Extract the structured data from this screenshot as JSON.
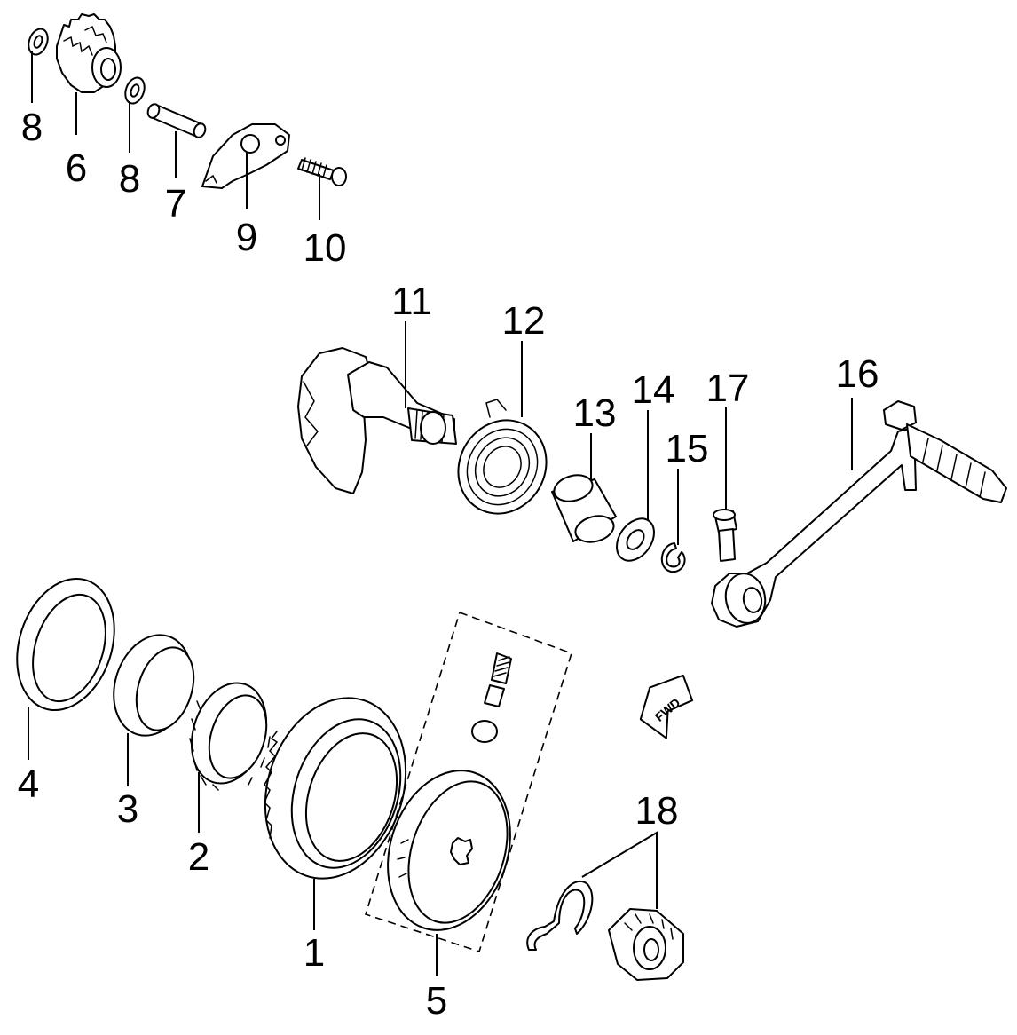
{
  "callouts": [
    {
      "id": "c8a",
      "text": "8"
    },
    {
      "id": "c6",
      "text": "6"
    },
    {
      "id": "c8b",
      "text": "8"
    },
    {
      "id": "c7",
      "text": "7"
    },
    {
      "id": "c9",
      "text": "9"
    },
    {
      "id": "c10",
      "text": "10"
    },
    {
      "id": "c11",
      "text": "11"
    },
    {
      "id": "c12",
      "text": "12"
    },
    {
      "id": "c13",
      "text": "13"
    },
    {
      "id": "c14",
      "text": "14"
    },
    {
      "id": "c15",
      "text": "15"
    },
    {
      "id": "c16",
      "text": "16"
    },
    {
      "id": "c17",
      "text": "17"
    },
    {
      "id": "c4",
      "text": "4"
    },
    {
      "id": "c3",
      "text": "3"
    },
    {
      "id": "c2",
      "text": "2"
    },
    {
      "id": "c1",
      "text": "1"
    },
    {
      "id": "c5",
      "text": "5"
    },
    {
      "id": "c18",
      "text": "18"
    }
  ],
  "direction_arrow": {
    "text": "FWD"
  }
}
